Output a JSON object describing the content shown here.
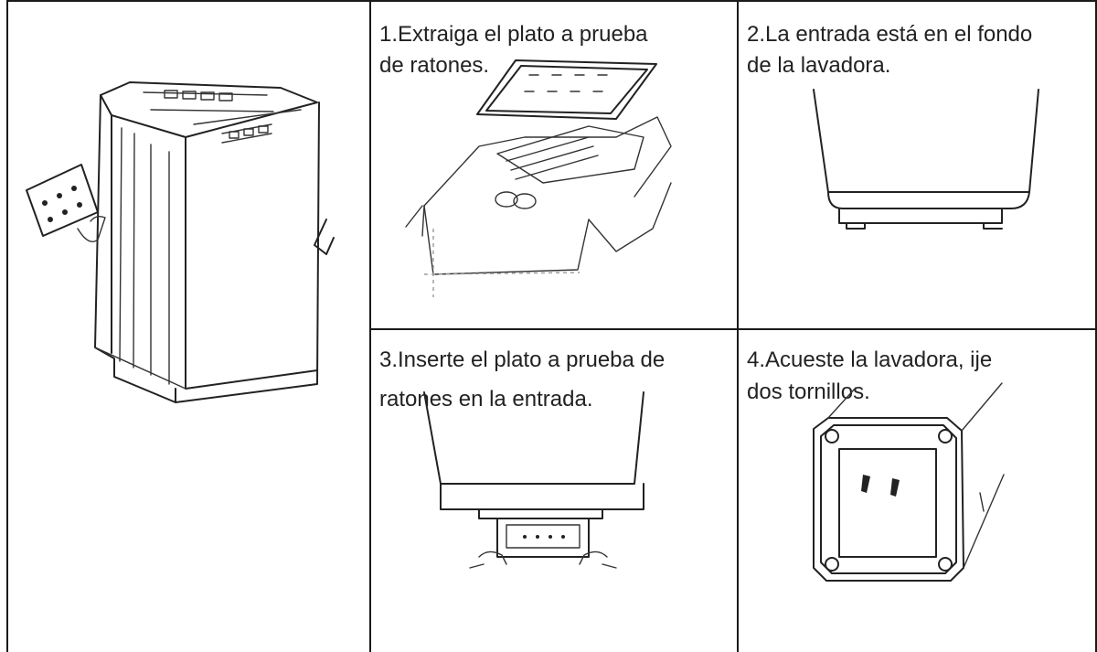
{
  "steps": [
    {
      "line1": "1.Extraiga el plato a prueba",
      "line2": "de ratones."
    },
    {
      "line1": "2.La entrada está en el fondo",
      "line2": "de la lavadora."
    },
    {
      "line1": "3.Inserte el plato a prueba de",
      "line2": "ratones en la entrada."
    },
    {
      "line1": "4.Acueste la lavadora, ije",
      "line2": "dos tornillos."
    }
  ],
  "colors": {
    "border": "#1a1a1a",
    "text": "#222222",
    "background": "#ffffff"
  },
  "icons": [
    "washing-machine-illustration",
    "mouse-proof-plate-box-illustration",
    "machine-bottom-illustration",
    "insert-plate-illustration",
    "machine-base-screws-illustration"
  ]
}
